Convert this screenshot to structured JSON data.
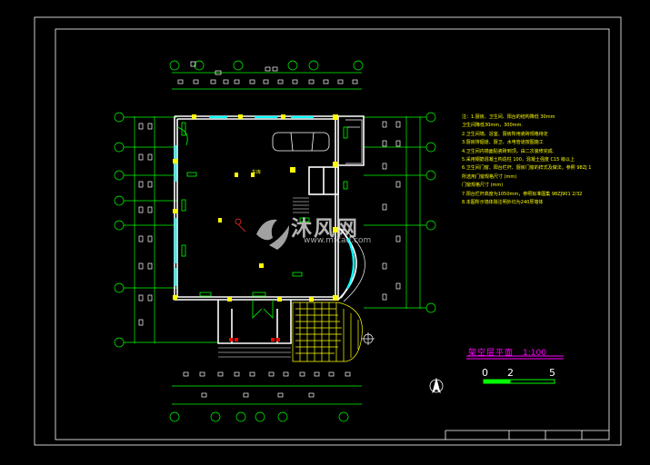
{
  "notes": [
    "注：1.厨房、卫生间、阳台的结构降低 30mm",
    "    卫生间降低30mm，300mm.",
    "2.卫生间墙、浴室、厨房所用瓷砖规格待定",
    "3.厨房排烟道、厨卫、水电管道按图施工",
    "4.卫生间内墙面贴瓷砖到顶，由二次装修完成.",
    "5.采用钢筋混凝土构造柱 100，混凝土强度 C15 级以上",
    "6.卫生间门窗、阳台栏杆、厨房门窗的样式及做法，参照 98ZJ 1",
    "  所选用门窗规格尺寸 (mm)",
    "  门窗规格尺寸 (mm)",
    "7.阳台栏杆高度为1050mm，参照标准图集 98ZJ901 2/32",
    "8.本图所示墙体除注明外均为240厚墙体"
  ],
  "title": "架空层平面",
  "scale": "1:100",
  "scalebar": {
    "labels": [
      "0",
      "2",
      "5"
    ]
  },
  "room_label": "车库",
  "watermark": {
    "main": "沐风网",
    "sub": "www.mfcad.com"
  },
  "north_label": "A",
  "colors": {
    "background": "#000000",
    "frame": "#ffffff",
    "axis": "#00ff00",
    "wall": "#ffffff",
    "window": "#00ffff",
    "column": "#ffff00",
    "text": "#ffff00",
    "title": "#ff00ff",
    "stair": "#ffff00"
  }
}
